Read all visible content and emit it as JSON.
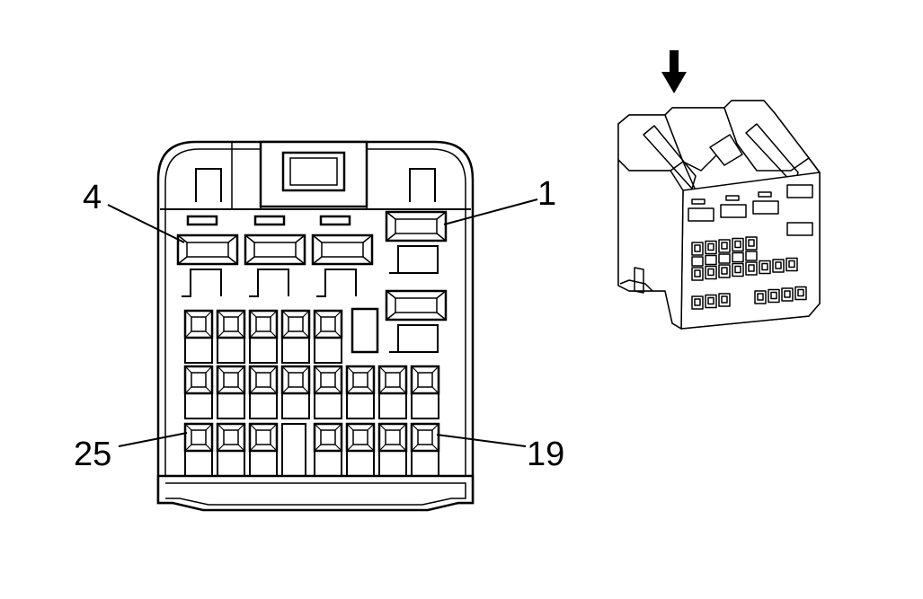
{
  "diagram": {
    "pin_labels": {
      "pin_4": "4",
      "pin_1": "1",
      "pin_25": "25",
      "pin_19": "19"
    },
    "connector_face": {
      "large_terminals": 5,
      "small_terminal_rows": [
        5,
        8,
        7
      ]
    },
    "colors": {
      "line": "#000000",
      "fill": "#ffffff"
    }
  }
}
